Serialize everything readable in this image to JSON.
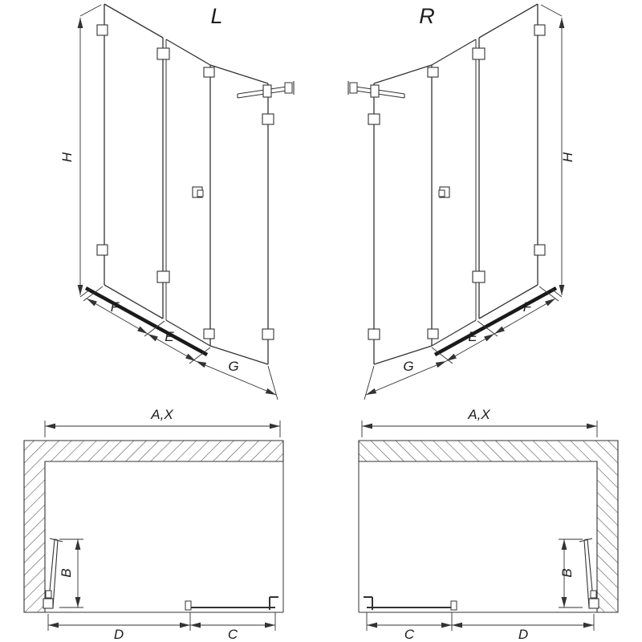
{
  "page": {
    "background": "#ffffff",
    "line_color": "#333333"
  },
  "views": {
    "front_left": {
      "view_label": "L",
      "height_dim": "H",
      "width_dims": [
        "F",
        "E",
        "G"
      ]
    },
    "front_right": {
      "view_label": "R",
      "height_dim": "H",
      "width_dims": [
        "G",
        "E",
        "F"
      ]
    },
    "plan_left": {
      "overall_width_dim": "A,X",
      "door_projection_dim": "B",
      "bottom_dims": [
        "D",
        "C"
      ]
    },
    "plan_right": {
      "overall_width_dim": "A,X",
      "door_projection_dim": "B",
      "bottom_dims": [
        "C",
        "D"
      ]
    }
  }
}
